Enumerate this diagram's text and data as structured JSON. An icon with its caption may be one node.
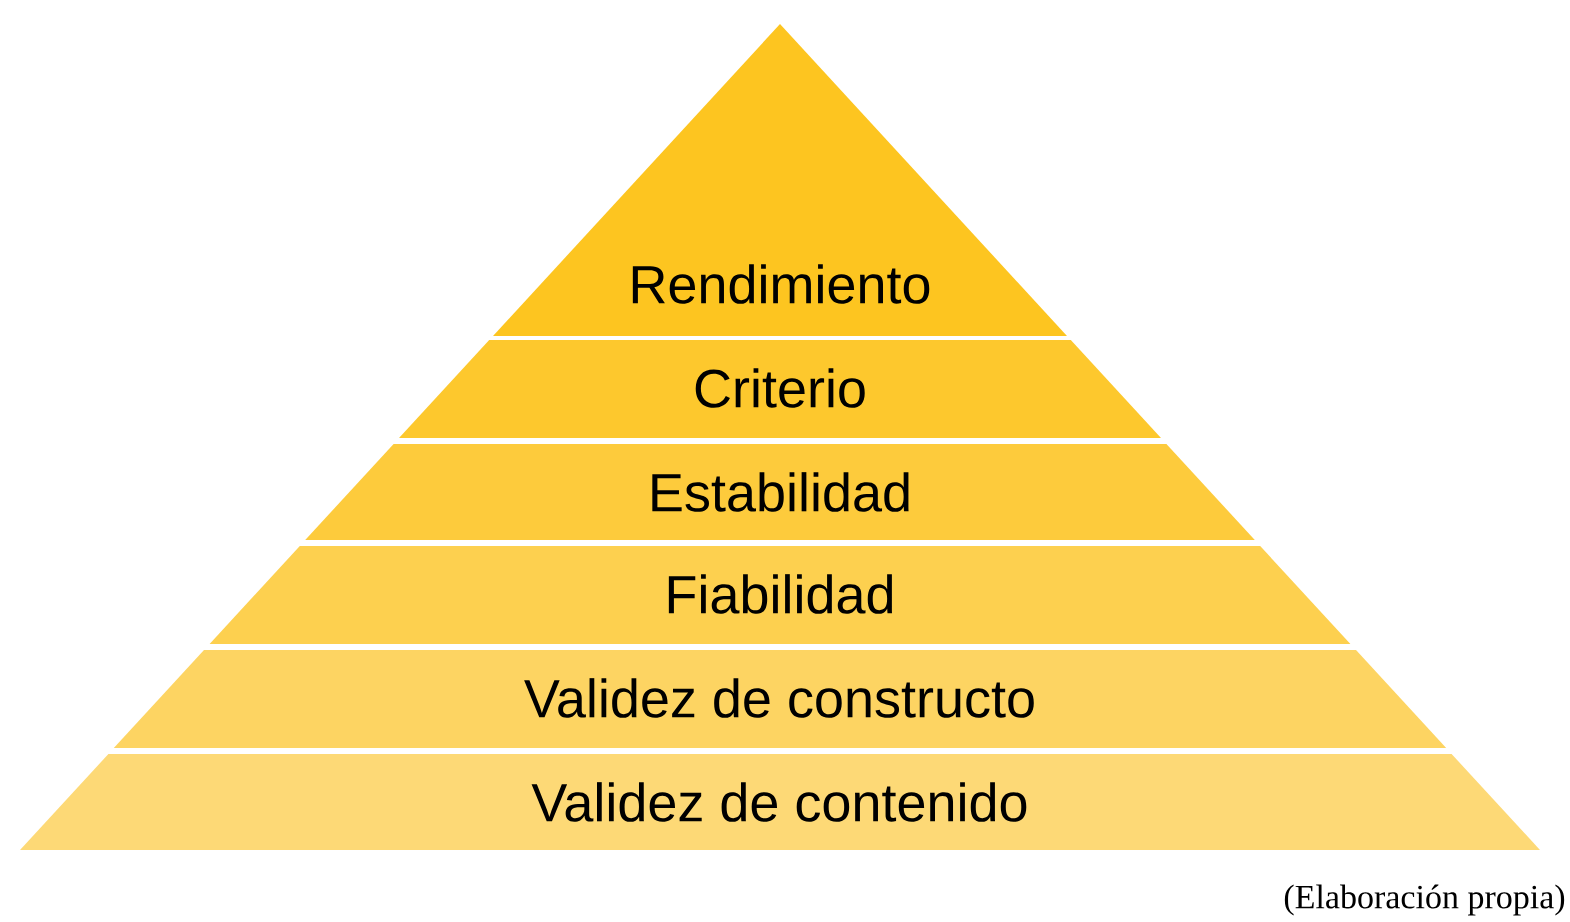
{
  "diagram": {
    "caption": "(Elaboración propia)",
    "nodes": [
      {
        "text": [
          "Rendimiento"
        ]
      },
      {
        "text": [
          "Criterio"
        ]
      },
      {
        "text": [
          "Estabilidad"
        ]
      },
      {
        "text": [
          "Fiabilidad"
        ]
      },
      {
        "text": [
          "Validez de constructo"
        ]
      },
      {
        "text": [
          "Validez de contenido"
        ]
      }
    ]
  }
}
